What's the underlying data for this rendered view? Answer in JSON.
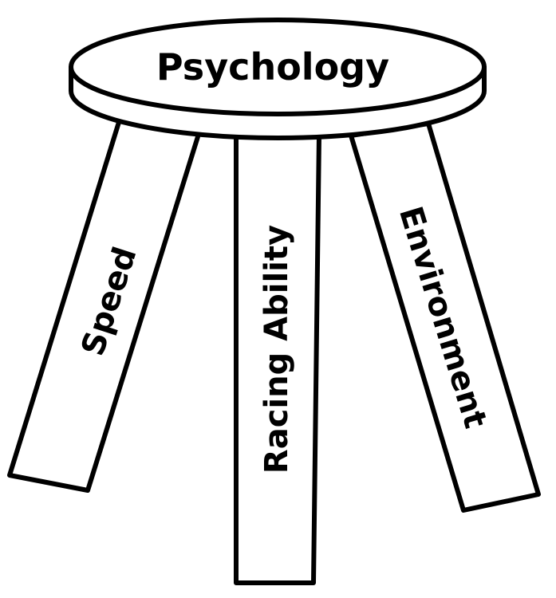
{
  "seat": {
    "label": "Psychology"
  },
  "legs": {
    "left": {
      "label": "Speed"
    },
    "center": {
      "label": "Racing Ability"
    },
    "right": {
      "label": "Environment"
    }
  },
  "colors": {
    "outline": "#000000",
    "fill": "#ffffff"
  }
}
